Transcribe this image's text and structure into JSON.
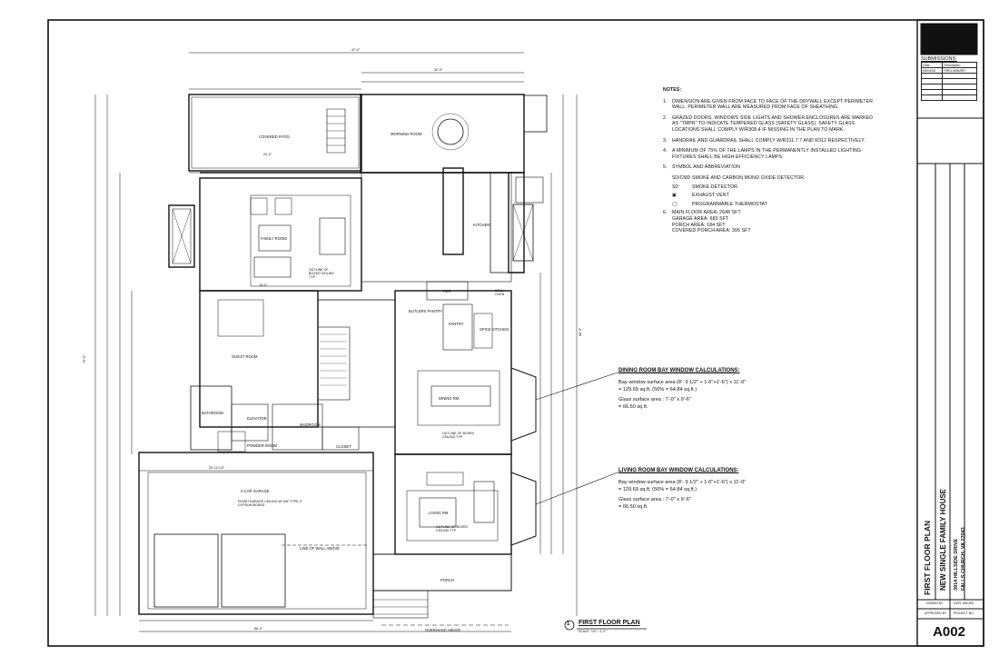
{
  "notes": {
    "heading": "NOTES:",
    "items": [
      {
        "num": "1.",
        "text": "DIMENSION ARE GIVEN FROM FACE TO FACE OF THE DRYWALL EXCEPT PERIMETER WALL. PERIMETER WALL ARE MEASURED FROM FACE OF SHEATHING."
      },
      {
        "num": "2.",
        "text": "GRAZED DOORS, WINDOWS SIDE LIGHTS AND SHOWER ENCLOSURES ARE MARKED AS \"TMPR\" TO INDICATE TEMPERED GLASS (SAFETY GLASS). SAFETY GLASS LOCATIONS SHALL COMPLY W/R308.4 IF MISSING IN THE PLAN TO MARK."
      },
      {
        "num": "3.",
        "text": "HANDRAIL AND GUARDRAIL SHALL COMPLY W/R311.7.7 AND R312 RESPECTIVELY."
      },
      {
        "num": "4.",
        "text": "A MINIMUM OF 75% OF THE LAMPS IN THE PERMANENTLY INSTALLED LIGHTING FIXTURES SHALL BE HIGH EFFICIENCY LAMPS."
      },
      {
        "num": "5.",
        "text": "SYMBOL AND ABBREVIATION"
      }
    ],
    "symbols": [
      {
        "key": "SD/CMD",
        "text": "SMOKE AND CARBON MONO OXIDE DETECTOR."
      },
      {
        "key": "SD",
        "text": "SMOKE DETECTOR."
      },
      {
        "key": "",
        "text": "EXHAUST VENT"
      },
      {
        "key": "",
        "text": "PROGRAMMABLE THERMOSTAT"
      }
    ],
    "item6": {
      "num": "6.",
      "lines": [
        "MAIN FLOOR AREA: 2648 SFT",
        "GARAGE AREA: 683 SFT",
        "PORCH AREA: 184 SFT",
        "COVERED PORCH AREA: 306 SFT"
      ]
    }
  },
  "dining_calc": {
    "title": "DINING ROOM BAY WINDOW CALCULATIONS:",
    "l1": "Bay window surface area (8'- 9 1/2\" + 1-6\"+1'-6\") x 11'-0\"",
    "l2": "=      129.69 sq.ft. (50% = 64.84 sq.ft.)",
    "l3": "Glass surface area : 7'-0\" x 9'-6\"",
    "l4": "=      66.50 sq.ft."
  },
  "living_calc": {
    "title": "LIVING ROOM BAY WINDOW CALCULATIONS:",
    "l1": "Bay window surface area (8'- 9 1/2\" + 1-6\"+1'-6\") x 11'-0\"",
    "l2": "=      129.69 sq.ft. (50% = 64.84 sq.ft.)",
    "l3": "Glass surface area : 7'-0\" x 9'-6\"",
    "l4": "=      66.50 sq.ft."
  },
  "rooms": {
    "covered_patio": "COVERED PATIO",
    "morning_room": "MORNING ROOM",
    "family_room": "FAMILY ROOM",
    "kitchen": "KITCHEN",
    "guest_room": "GUEST ROOM",
    "butlers_pantry": "BUTLERS PANTRY",
    "pantry": "PANTRY",
    "spice_kitchen": "SPICE KITCHEN",
    "dining_rm": "DINING RM",
    "living_rm": "LIVING RM",
    "bathroom": "BATHROOM",
    "mudroom": "MUDROOM",
    "powder_room": "POWDER ROOM",
    "garage": "3-CAR GARAGE",
    "garage_ceiling": "FINISH GARAGE CEILING W/ 5/8\" TYPE-X GYPSUM BOARD",
    "porch": "PORCH",
    "line_of_wall": "LINE OF WALL ABOVE",
    "overhang": "OVERHANG ABOVE",
    "boxed_ceiling": "OUTLINE OF BOXED CEILING TYP",
    "ref": "REF.",
    "wall_oven": "WALL OVEN",
    "closet": "CLOSET",
    "elevator": "ELEVATOR"
  },
  "plan_title": {
    "num": "1",
    "title": "FIRST FLOOR PLAN",
    "scale": "SCALE : 1/4\" = 1'-0\""
  },
  "title_block": {
    "submissions": "SUBMISSIONS:",
    "table_head": [
      "Date",
      "Description"
    ],
    "table_row": [
      "08/04/08",
      "PRELIMINARY"
    ],
    "sheet_title": "FIRST FLOOR PLAN",
    "project": "NEW SINGLE FAMILY HOUSE",
    "address1": "3914 HILLSIDE DRIVE",
    "address2": "FALLS CHURCH, VA 22043",
    "drawn_by": "DRAWN BY",
    "date_issued": "DATE ISSUED",
    "approved_by": "APPROVED BY",
    "project_no": "PROJECT NO",
    "sheet_no": "A002"
  },
  "dims": {
    "top_overall": "47'-0\"",
    "top2": "32'-0\"",
    "left_overall": "79'-0\"",
    "right_overall": "68'-0\"",
    "bottom": "68'-0\"",
    "patio_w": "24'-0\"",
    "garage_w": "29'-10 1/2\"",
    "family_w": "18'-0\""
  }
}
